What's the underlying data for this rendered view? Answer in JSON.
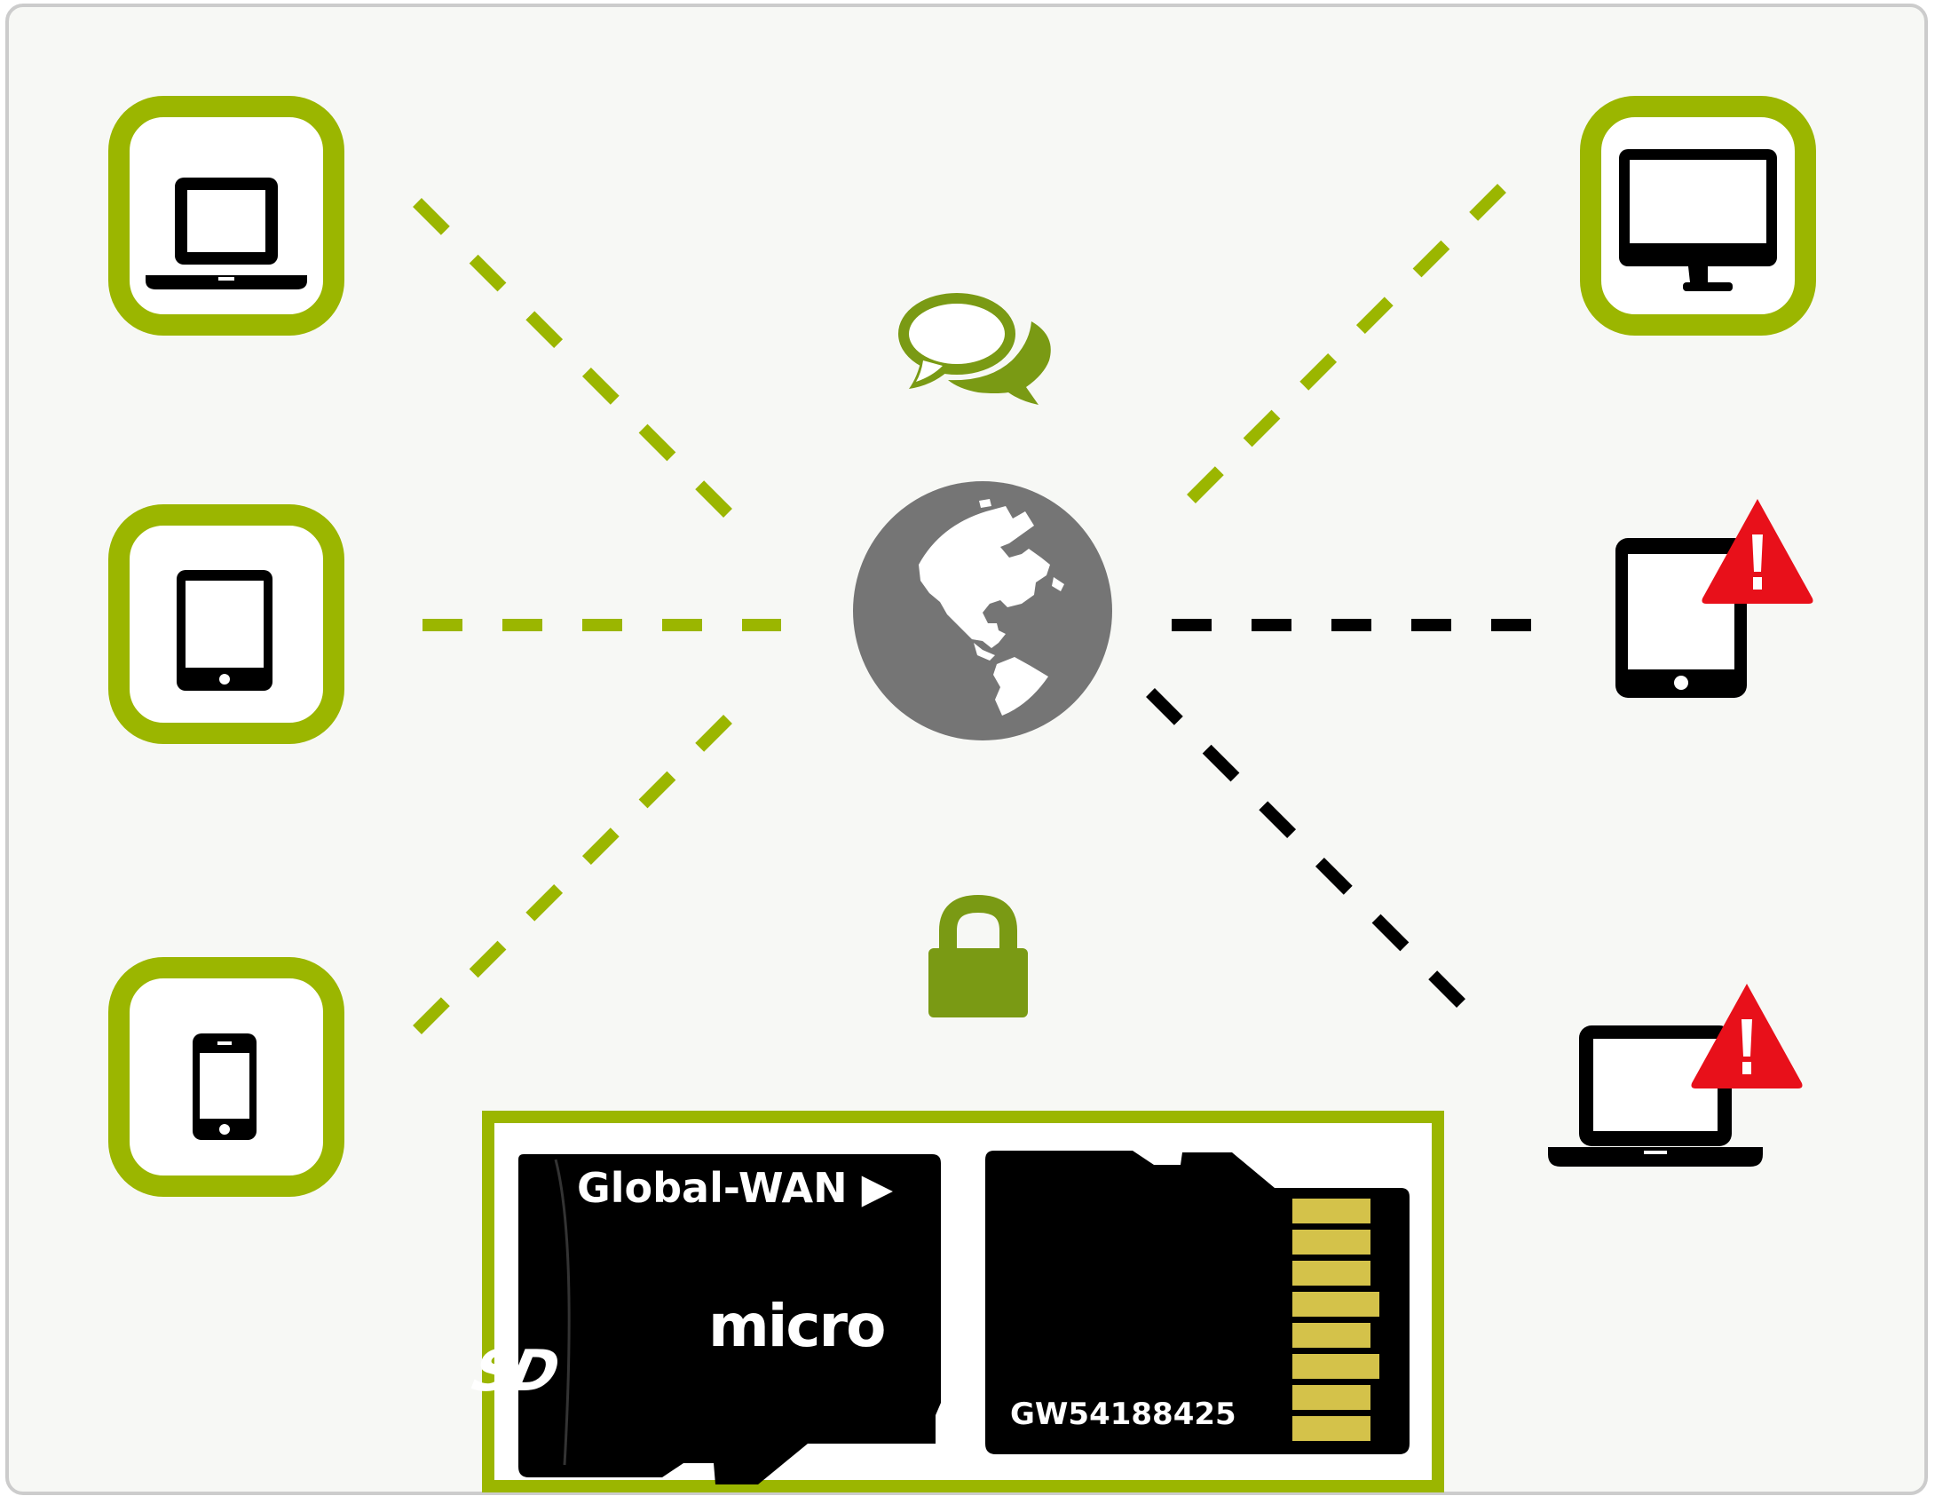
{
  "colors": {
    "accent": "#9bb600",
    "accent_dark": "#7a9a14",
    "background": "#f7f8f5",
    "border": "#cccccc",
    "globe": "#757575",
    "warning": "#e8101a",
    "card": "#000000",
    "contacts": "#d4c24a",
    "insecure_line": "#000000"
  },
  "icons": {
    "chat": "chat-bubbles-icon",
    "lock": "padlock-icon",
    "globe": "globe-icon",
    "warning": "warning-triangle-icon"
  },
  "trusted_devices": [
    {
      "type": "laptop",
      "icon": "laptop-icon",
      "connection": "secure"
    },
    {
      "type": "tablet",
      "icon": "tablet-icon",
      "connection": "secure"
    },
    {
      "type": "phone",
      "icon": "smartphone-icon",
      "connection": "secure"
    },
    {
      "type": "monitor",
      "icon": "monitor-icon",
      "connection": "secure"
    }
  ],
  "untrusted_devices": [
    {
      "type": "tablet",
      "icon": "tablet-icon",
      "connection": "insecure",
      "warning": true
    },
    {
      "type": "laptop",
      "icon": "laptop-icon",
      "connection": "insecure",
      "warning": true
    }
  ],
  "card": {
    "front_label": "Global-WAN ▶",
    "logo_top": "micro",
    "logo_bottom": "SD",
    "serial": "GW54188425"
  }
}
